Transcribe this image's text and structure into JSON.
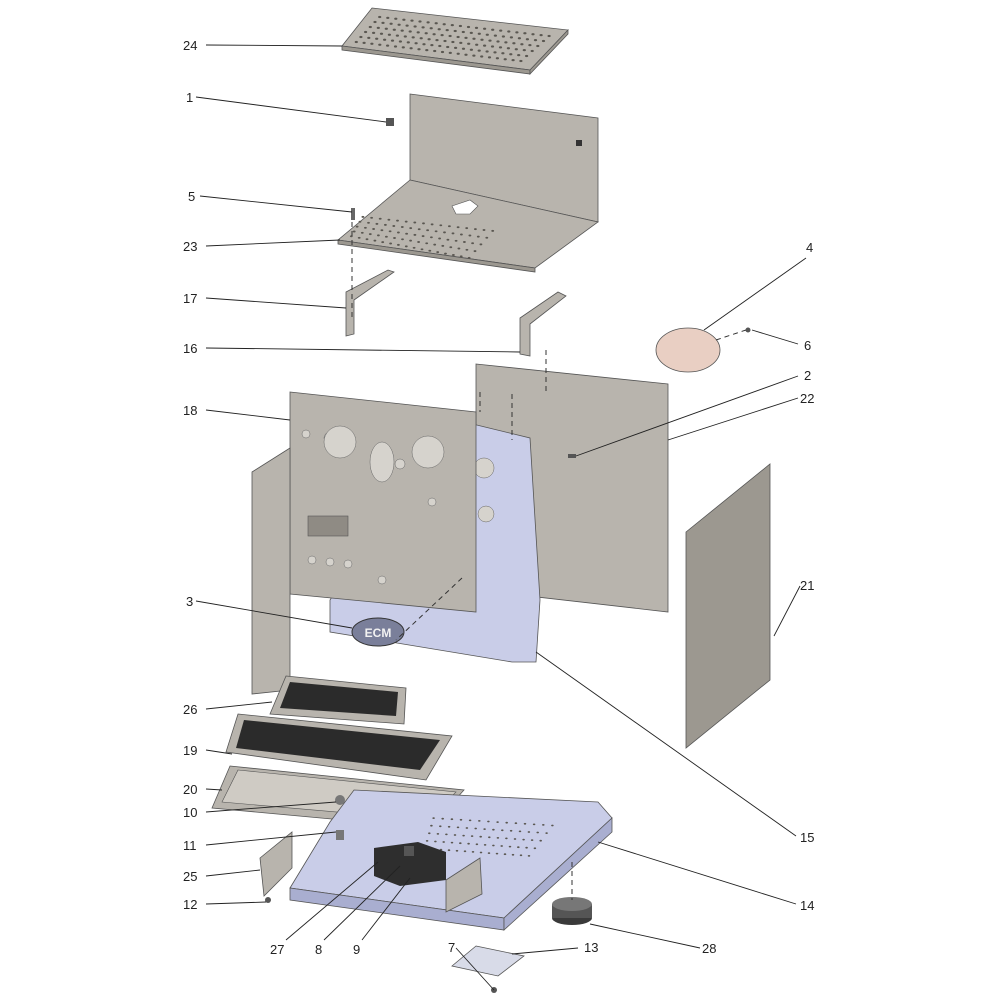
{
  "diagram": {
    "labels": [
      {
        "id": "24",
        "text": "24"
      },
      {
        "id": "1",
        "text": "1"
      },
      {
        "id": "5",
        "text": "5"
      },
      {
        "id": "23",
        "text": "23"
      },
      {
        "id": "17",
        "text": "17"
      },
      {
        "id": "16",
        "text": "16"
      },
      {
        "id": "18",
        "text": "18"
      },
      {
        "id": "3",
        "text": "3"
      },
      {
        "id": "26",
        "text": "26"
      },
      {
        "id": "19",
        "text": "19"
      },
      {
        "id": "20",
        "text": "20"
      },
      {
        "id": "10",
        "text": "10"
      },
      {
        "id": "11",
        "text": "11"
      },
      {
        "id": "25",
        "text": "25"
      },
      {
        "id": "12",
        "text": "12"
      },
      {
        "id": "27",
        "text": "27"
      },
      {
        "id": "8",
        "text": "8"
      },
      {
        "id": "9",
        "text": "9"
      },
      {
        "id": "7",
        "text": "7"
      },
      {
        "id": "13",
        "text": "13"
      },
      {
        "id": "28",
        "text": "28"
      },
      {
        "id": "14",
        "text": "14"
      },
      {
        "id": "15",
        "text": "15"
      },
      {
        "id": "21",
        "text": "21"
      },
      {
        "id": "22",
        "text": "22"
      },
      {
        "id": "2",
        "text": "2"
      },
      {
        "id": "6",
        "text": "6"
      },
      {
        "id": "4",
        "text": "4"
      }
    ],
    "logo_text": "ECM",
    "colors": {
      "panel": "#b8b4ad",
      "frame_blue": "#c9cde8",
      "grille": "#2b2b2b",
      "filter_disc": "#e9cfc3"
    }
  }
}
